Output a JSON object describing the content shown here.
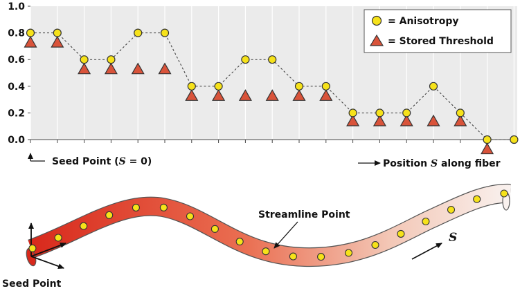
{
  "chart_data": {
    "type": "scatter",
    "ylim": [
      0.0,
      1.0
    ],
    "y_ticks": [
      "0.0",
      "0.2",
      "0.4",
      "0.6",
      "0.8",
      "1.0"
    ],
    "grid": "vertical",
    "legend_position": "top-right",
    "series": [
      {
        "name": "= Anisotropy",
        "marker": "circle",
        "color": "#f6e21a",
        "line": "dashed",
        "x": [
          0,
          1,
          2,
          3,
          4,
          5,
          6,
          7,
          8,
          9,
          10,
          11,
          12,
          13,
          14,
          15,
          16,
          17,
          18
        ],
        "values": [
          0.8,
          0.8,
          0.6,
          0.6,
          0.8,
          0.8,
          0.4,
          0.4,
          0.6,
          0.6,
          0.4,
          0.4,
          0.2,
          0.2,
          0.2,
          0.4,
          0.2,
          0.0,
          0.0
        ]
      },
      {
        "name": "= Stored Threshold",
        "marker": "triangle",
        "color": "#d9533a",
        "x": [
          0,
          1,
          2,
          3,
          4,
          5,
          6,
          7,
          8,
          9,
          10,
          11,
          12,
          13,
          14,
          15,
          16,
          17
        ],
        "values": [
          0.73,
          0.73,
          0.53,
          0.53,
          0.53,
          0.53,
          0.33,
          0.33,
          0.33,
          0.33,
          0.33,
          0.33,
          0.14,
          0.14,
          0.14,
          0.14,
          0.14,
          -0.07
        ]
      }
    ]
  },
  "labels": {
    "seed_point_prefix": "Seed Point (",
    "seed_point_s": "S",
    "seed_point_suffix": " = 0)",
    "position_prefix": "Position ",
    "position_s": "S",
    "position_suffix": " along fiber",
    "streamline_point": "Streamline Point",
    "s_symbol": "S",
    "seed_point_bottom": "Seed Point"
  },
  "colors": {
    "plot_bg": "#ebebeb",
    "grid": "#ffffff",
    "tube_start": "#d8291c",
    "tube_end": "#f7efea",
    "point_fill": "#f6e21a"
  }
}
